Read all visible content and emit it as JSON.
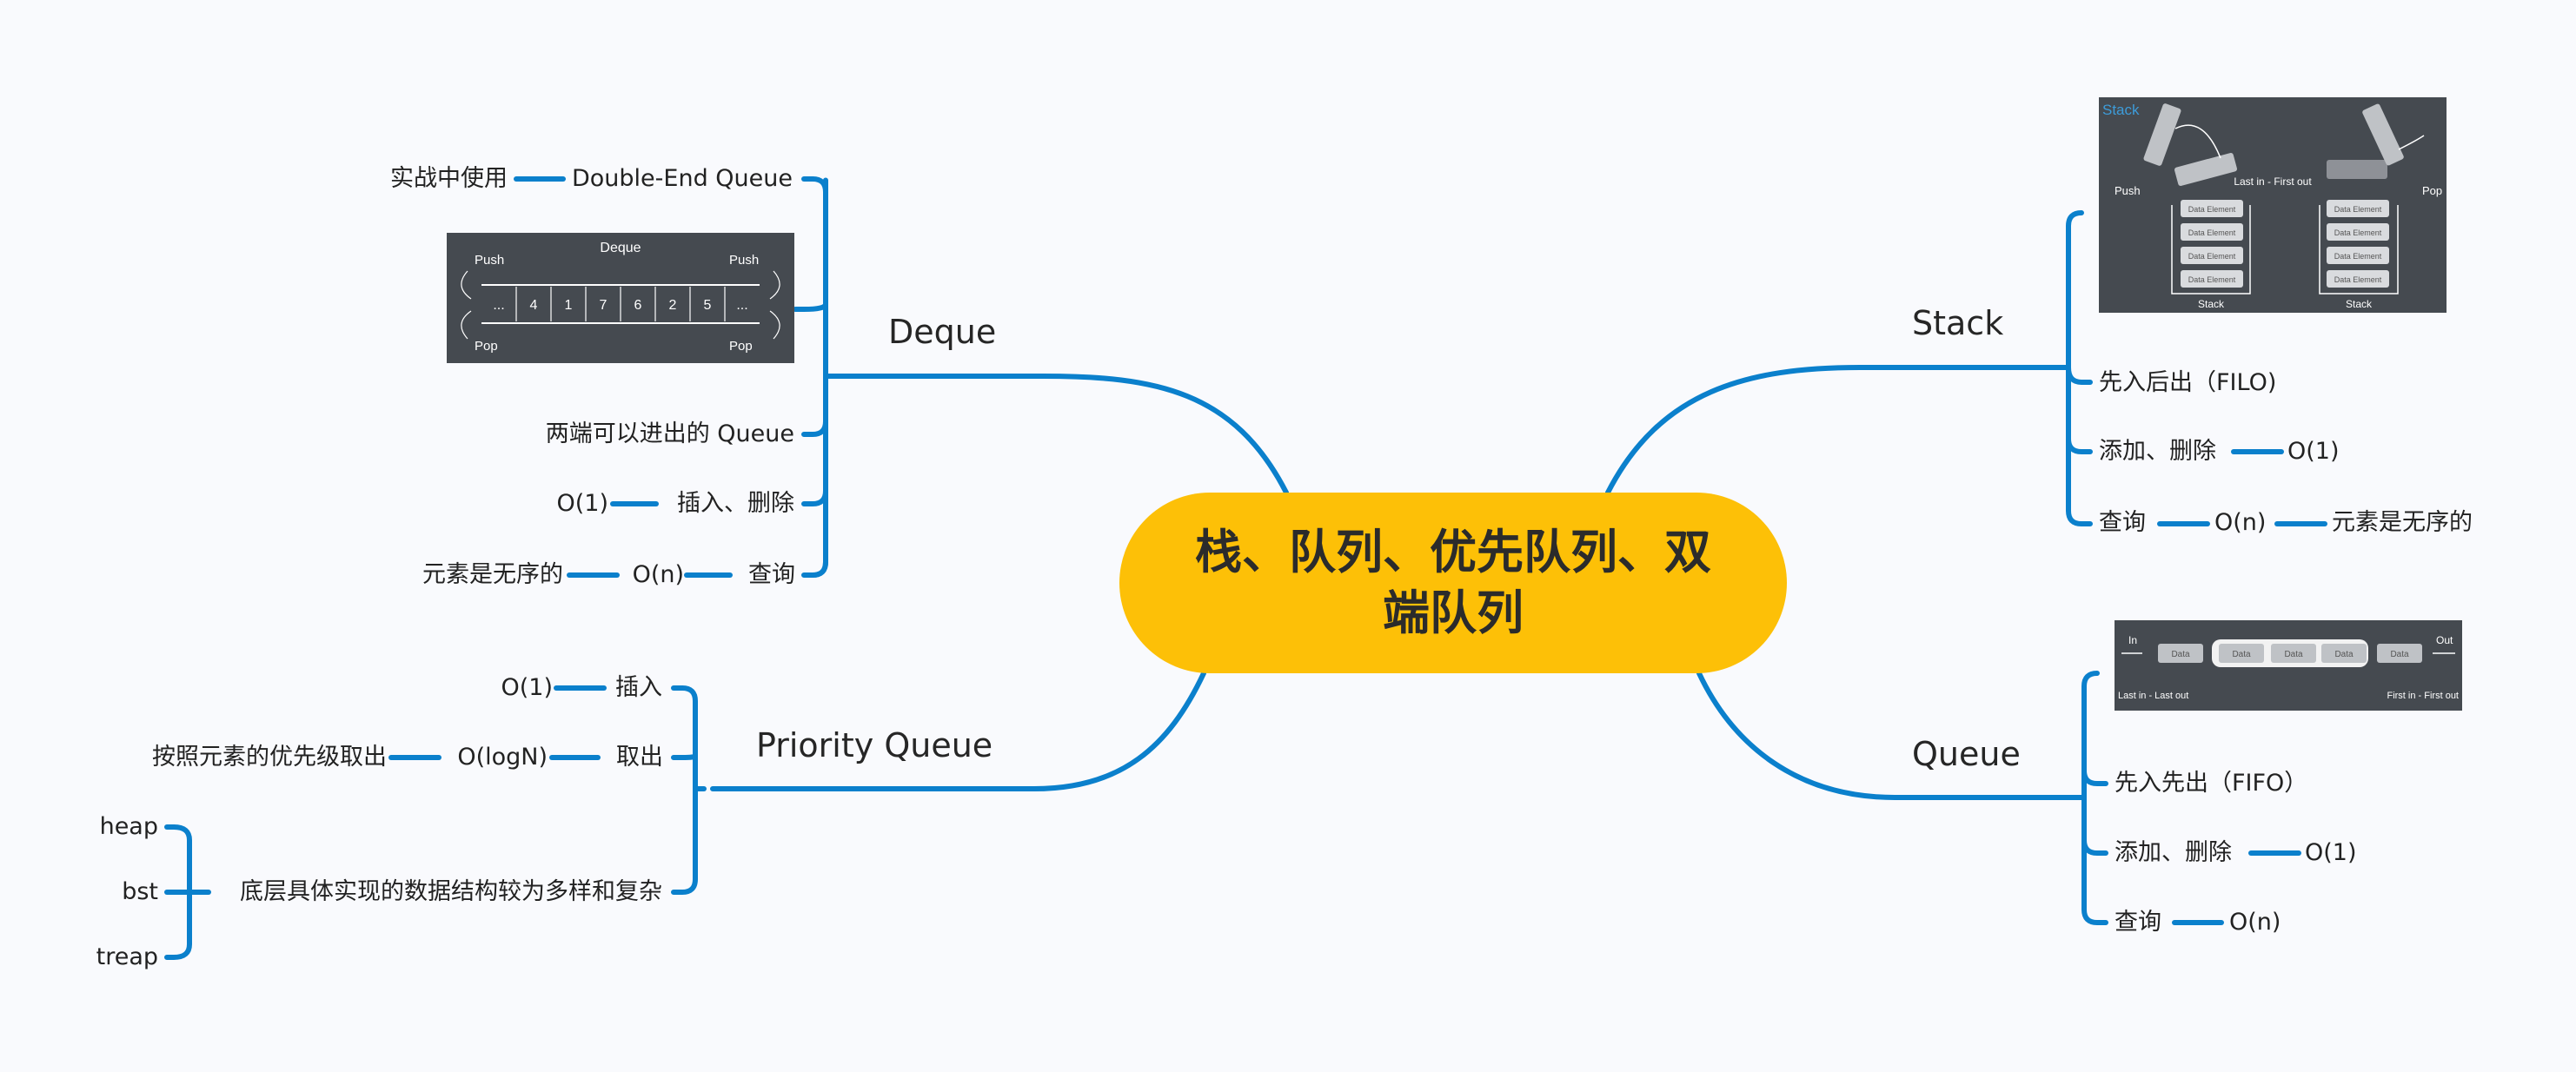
{
  "root": {
    "title": "栈、队列、优先队列、双端队列"
  },
  "deque": {
    "title": "Deque",
    "item_double_end": "Double-End Queue",
    "item_usage": "实战中使用",
    "image": {
      "title": "Deque",
      "push_left": "Push",
      "push_right": "Push",
      "pop_left": "Pop",
      "pop_right": "Pop",
      "cells": [
        "...",
        "4",
        "1",
        "7",
        "6",
        "2",
        "5",
        "..."
      ]
    },
    "item_two_ends": "两端可以进出的 Queue",
    "item_insert_delete": "插入、删除",
    "item_insert_delete_cost": "O(1)",
    "item_query": "查询",
    "item_query_cost": "O(n)",
    "item_unordered": "元素是无序的"
  },
  "priority_queue": {
    "title": "Priority Queue",
    "item_insert": "插入",
    "item_insert_cost": "O(1)",
    "item_pop": "取出",
    "item_pop_cost": "O(logN)",
    "item_pop_note": "按照元素的优先级取出",
    "item_impl": "底层具体实现的数据结构较为多样和复杂",
    "impl_children": [
      "heap",
      "bst",
      "treap"
    ]
  },
  "stack": {
    "title": "Stack",
    "image": {
      "title": "Stack",
      "push": "Push",
      "pop": "Pop",
      "caption": "Last in - First out",
      "element": "Data Element",
      "base": "Stack"
    },
    "item_filo": "先入后出（FILO)",
    "item_add_delete": "添加、删除",
    "item_add_delete_cost": "O(1)",
    "item_query": "查询",
    "item_query_cost": "O(n)",
    "item_unordered": "元素是无序的"
  },
  "queue": {
    "title": "Queue",
    "image": {
      "in": "In",
      "out": "Out",
      "cell": "Data",
      "caption_left": "Last in - Last out",
      "caption_right": "First in - First out"
    },
    "item_fifo": "先入先出（FIFO）",
    "item_add_delete": "添加、删除",
    "item_add_delete_cost": "O(1)",
    "item_query": "查询",
    "item_query_cost": "O(n)"
  },
  "colors": {
    "branch": "#0b80cc",
    "root": "#fdc007",
    "image_bg": "#454a50",
    "background": "#f9fafd"
  }
}
